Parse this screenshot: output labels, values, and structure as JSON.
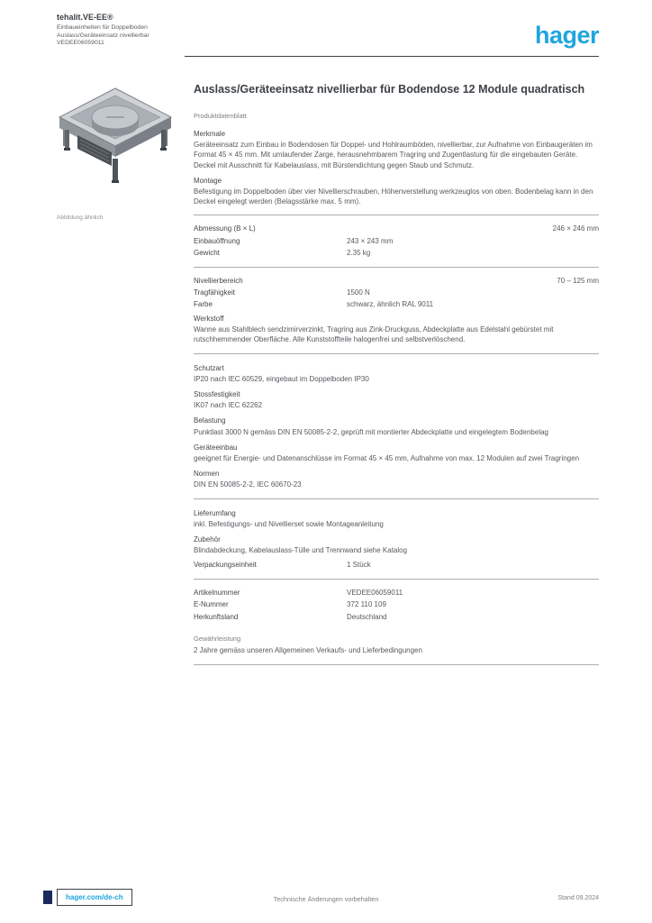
{
  "header": {
    "line1": "tehalit.VE-EE®",
    "line2": "Einbaueinheiten für Doppelboden",
    "line3": "Auslass/Geräteeinsatz nivellierbar",
    "line4": "VEDEE06059011",
    "logo_text": "hager"
  },
  "product": {
    "image_caption": "Abbildung ähnlich",
    "title": "Auslass/Geräteeinsatz nivellierbar für Bodendose 12 Module quadratisch",
    "subtitle": "Produktdatenblatt"
  },
  "specs": {
    "features_label": "Merkmale",
    "features_text": "Geräteeinsatz zum Einbau in Bodendosen für Doppel- und Hohlraumböden, nivellierbar, zur Aufnahme von Einbaugeräten im Format 45 × 45 mm. Mit umlaufender Zarge, herausnehmbarem Tragring und Zugentlastung für die eingebauten Geräte. Deckel mit Ausschnitt für Kabelauslass, mit Bürstendichtung gegen Staub und Schmutz.",
    "mounting_label": "Montage",
    "mounting_text": "Befestigung im Doppelboden über vier Nivellierschrauben, Höhenverstellung werkzeuglos von oben. Bodenbelag kann in den Deckel eingelegt werden (Belagsstärke max. 5 mm).",
    "dim_label": "Abmessung (B × L)",
    "dim_value": "246 × 246 mm",
    "cutout_label": "Einbauöffnung",
    "cutout_value": "243 × 243 mm",
    "weight_label": "Gewicht",
    "weight_value": "2.35 kg",
    "level_label": "Nivellierbereich",
    "level_value": "70 – 125 mm",
    "load_label": "Tragfähigkeit",
    "load_value": "1500 N",
    "color_label": "Farbe",
    "color_value": "schwarz, ähnlich RAL 9011",
    "material_label": "Werkstoff",
    "material_text": "Wanne aus Stahlblech sendzimirverzinkt, Tragring aus Zink-Druckguss, Abdeckplatte aus Edelstahl gebürstet mit rutschhemmender Oberfläche. Alle Kunststoffteile halogenfrei und selbstverlöschend.",
    "ip_label": "Schutzart",
    "ip_value": "IP20 nach IEC 60529, eingebaut im Doppelboden IP30",
    "ik_label": "Stossfestigkeit",
    "ik_value": "IK07 nach IEC 62262",
    "loadclass_label": "Belastung",
    "loadclass_value": "Punktlast 3000 N gemäss DIN EN 50085-2-2, geprüft mit montierter Abdeckplatte und eingelegtem Bodenbelag",
    "devices_label": "Geräteeinbau",
    "devices_value": "geeignet für Energie- und Datenanschlüsse im Format 45 × 45 mm, Aufnahme von max. 12 Modulen auf zwei Tragringen",
    "norm_label": "Normen",
    "norm_value": "DIN EN 50085-2-2, IEC 60670-23",
    "scope_label": "Lieferumfang",
    "scope_value": "inkl. Befestigungs- und Nivellierset sowie Montageanleitung",
    "acc_label": "Zubehör",
    "acc_value": "Blindabdeckung, Kabelauslass-Tülle und Trennwand siehe Katalog",
    "pu_label": "Verpackungseinheit",
    "pu_value": "1 Stück",
    "art_label": "Artikelnummer",
    "art_value": "VEDEE06059011",
    "enr_label": "E-Nummer",
    "enr_value": "372 110 109",
    "origin_label": "Herkunftsland",
    "origin_value": "Deutschland",
    "warranty_heading": "Gewährleistung",
    "warranty_text": "2 Jahre gemäss unseren Allgemeinen Verkaufs- und Lieferbedingungen"
  },
  "footer": {
    "link": "hager.com/de-ch",
    "center": "Technische Änderungen vorbehalten",
    "right": "Stand 09.2024"
  }
}
